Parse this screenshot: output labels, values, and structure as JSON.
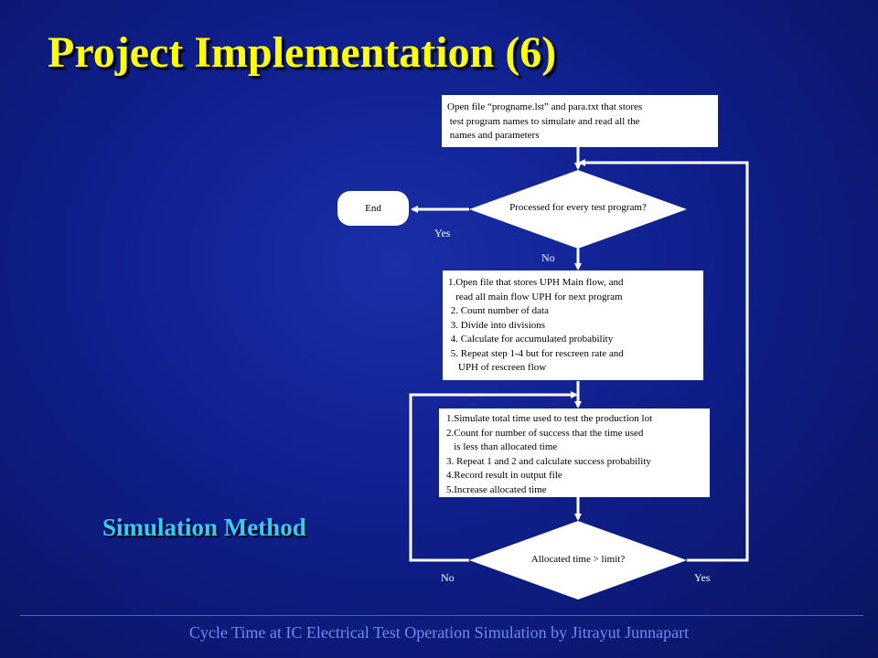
{
  "slide": {
    "title": "Project Implementation (6)",
    "subtitle": "Simulation Method",
    "footer": "Cycle Time at IC Electrical Test Operation Simulation by Jitrayut Junnapart"
  },
  "flowchart": {
    "open_box": {
      "lines": [
        "Open file “progname.lst” and para.txt that stores",
        " test program names to simulate and read all the",
        " names and parameters"
      ]
    },
    "decision_processed": "Processed for every test program?",
    "end_label": "End",
    "yes_label_1": "Yes",
    "no_label_1": "No",
    "process_box": {
      "lines": [
        "1.Open file that stores UPH Main flow, and",
        "   read all main flow UPH for next program",
        " 2. Count number of data",
        " 3. Divide into divisions",
        " 4. Calculate for accumulated probability",
        " 5. Repeat step 1-4 but for rescreen rate and",
        "    UPH of rescreen flow"
      ]
    },
    "simulate_box": {
      "lines": [
        "1.Simulate total time used to test the production lot",
        "2.Count for number of success that the time used",
        "   is less than allocated time",
        "3. Repeat 1 and 2 and calculate success probability",
        "4.Record result in output file",
        "5.Increase allocated time"
      ]
    },
    "decision_allocated": "Allocated time > limit?",
    "no_label_2": "No",
    "yes_label_2": "Yes"
  }
}
